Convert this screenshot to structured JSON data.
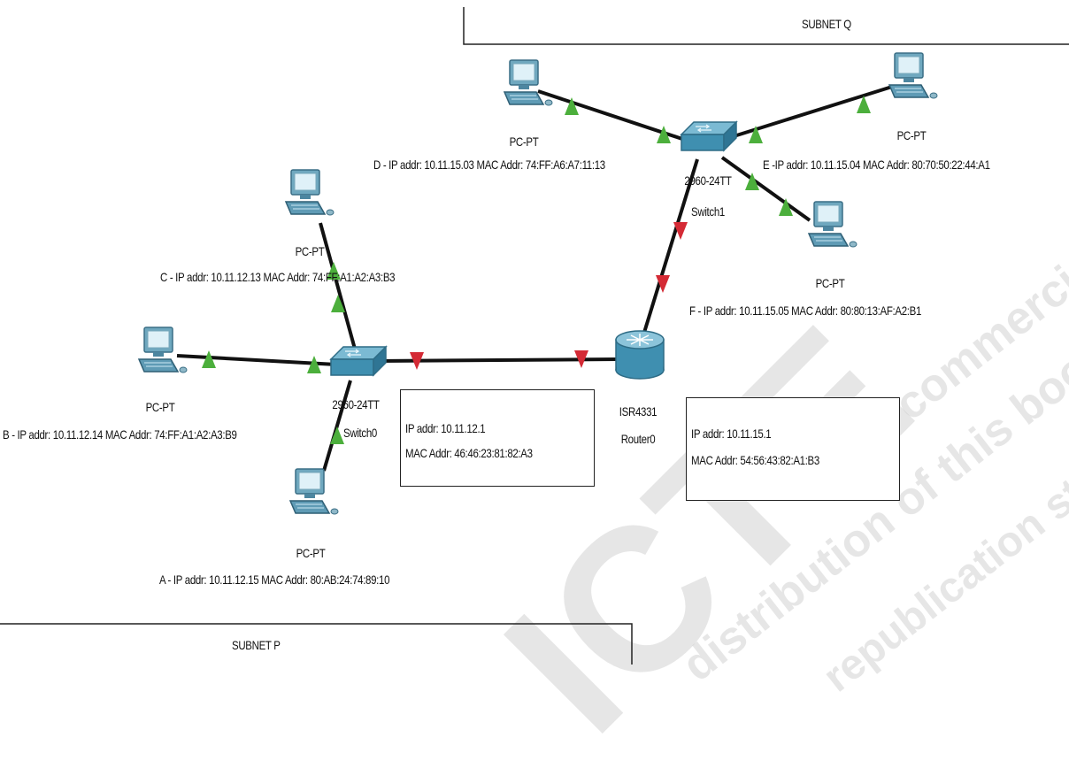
{
  "subnet_q": {
    "title": "SUBNET Q"
  },
  "subnet_p": {
    "title": "SUBNET P"
  },
  "pc_label": "PC-PT",
  "switch0": {
    "model": "2960-24TT",
    "name": "Switch0"
  },
  "switch1": {
    "model": "2960-24TT",
    "name": "Switch1"
  },
  "router0": {
    "model": "ISR4331",
    "name": "Router0"
  },
  "hosts": {
    "a": "A - IP addr: 10.11.12.15 MAC Addr: 80:AB:24:74:89:10",
    "b": "B - IP addr: 10.11.12.14 MAC Addr: 74:FF:A1:A2:A3:B9",
    "c": "C - IP addr: 10.11.12.13 MAC Addr: 74:FF:A1:A2:A3:B3",
    "d": "D - IP addr: 10.11.15.03 MAC Addr: 74:FF:A6:A7:11:13",
    "e": "E -IP addr: 10.11.15.04 MAC Addr: 80:70:50:22:44:A1",
    "f": "F - IP addr: 10.11.15.05 MAC Addr: 80:80:13:AF:A2:B1"
  },
  "router_if_p": {
    "ip": "IP addr: 10.11.12.1",
    "mac": "MAC Addr: 46:46:23:81:82:A3"
  },
  "router_if_q": {
    "ip": "IP addr: 10.11.15.1",
    "mac": "MAC Addr: 54:56:43:82:A1:B3"
  },
  "watermark": {
    "line1": "ICTE",
    "line2": "commercial",
    "line3": "distribution of this book,",
    "line4": "republication strictly prohibited."
  },
  "colors": {
    "link_up": "#4caf3c",
    "link_down": "#d42a35",
    "device": "#3f8fb0"
  }
}
